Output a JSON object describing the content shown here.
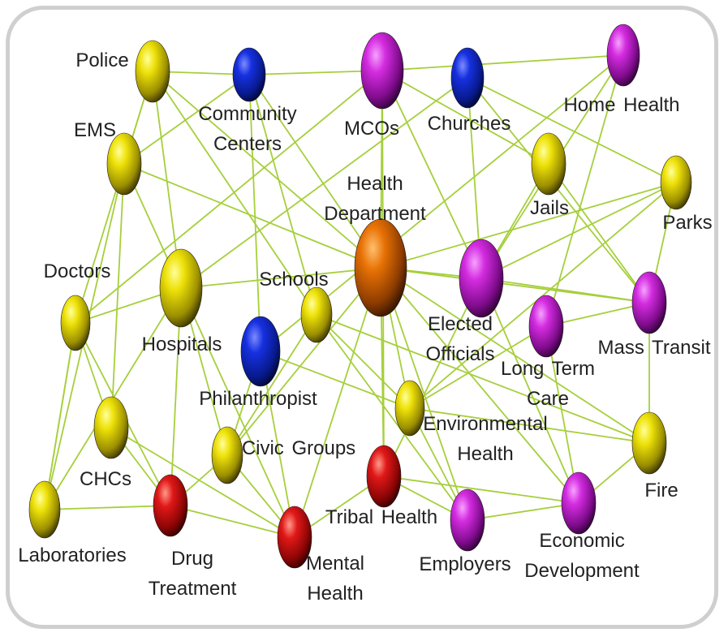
{
  "colors": {
    "yellow": "#d8d200",
    "blue": "#0a1fc8",
    "magenta": "#c21fc8",
    "red": "#d01010",
    "orange": "#e06a00",
    "edge": "#a6cf3c"
  },
  "nodes": [
    {
      "id": "police",
      "label": [
        "Police"
      ],
      "color": "yellow"
    },
    {
      "id": "community",
      "label": [
        "Community",
        "Centers"
      ],
      "color": "blue"
    },
    {
      "id": "mcos",
      "label": [
        "MCOs"
      ],
      "color": "magenta"
    },
    {
      "id": "churches",
      "label": [
        "Churches"
      ],
      "color": "blue"
    },
    {
      "id": "homehealth",
      "label": [
        "Home Health"
      ],
      "color": "magenta"
    },
    {
      "id": "ems",
      "label": [
        "EMS"
      ],
      "color": "yellow"
    },
    {
      "id": "jails",
      "label": [
        "Jails"
      ],
      "color": "yellow"
    },
    {
      "id": "parks",
      "label": [
        "Parks"
      ],
      "color": "yellow"
    },
    {
      "id": "healthdept",
      "label": [
        "Health",
        "Department"
      ],
      "color": "orange"
    },
    {
      "id": "doctors",
      "label": [
        "Doctors"
      ],
      "color": "yellow"
    },
    {
      "id": "hospitals",
      "label": [
        "Hospitals"
      ],
      "color": "yellow"
    },
    {
      "id": "schools",
      "label": [
        "Schools"
      ],
      "color": "yellow"
    },
    {
      "id": "elected",
      "label": [
        "Elected",
        "Officials"
      ],
      "color": "magenta"
    },
    {
      "id": "masstransit",
      "label": [
        "Mass Transit"
      ],
      "color": "magenta"
    },
    {
      "id": "longterm",
      "label": [
        "Long Term",
        "Care"
      ],
      "color": "magenta"
    },
    {
      "id": "philanthropist",
      "label": [
        "Philanthropist"
      ],
      "color": "blue"
    },
    {
      "id": "envhealth",
      "label": [
        "Environmental",
        "Health"
      ],
      "color": "yellow"
    },
    {
      "id": "chcs",
      "label": [
        "CHCs"
      ],
      "color": "yellow"
    },
    {
      "id": "civic",
      "label": [
        "Civic Groups"
      ],
      "color": "yellow"
    },
    {
      "id": "fire",
      "label": [
        "Fire"
      ],
      "color": "yellow"
    },
    {
      "id": "tribal",
      "label": [
        "Tribal Health"
      ],
      "color": "red"
    },
    {
      "id": "labs",
      "label": [
        "Laboratories"
      ],
      "color": "yellow"
    },
    {
      "id": "drug",
      "label": [
        "Drug",
        "Treatment"
      ],
      "color": "red"
    },
    {
      "id": "mental",
      "label": [
        "Mental",
        "Health"
      ],
      "color": "red"
    },
    {
      "id": "employers",
      "label": [
        "Employers"
      ],
      "color": "magenta"
    },
    {
      "id": "econdev",
      "label": [
        "Economic",
        "Development"
      ],
      "color": "magenta"
    }
  ],
  "edges": [
    [
      "police",
      "community"
    ],
    [
      "police",
      "ems"
    ],
    [
      "police",
      "hospitals"
    ],
    [
      "police",
      "schools"
    ],
    [
      "police",
      "healthdept"
    ],
    [
      "police",
      "doctors"
    ],
    [
      "community",
      "mcos"
    ],
    [
      "community",
      "ems"
    ],
    [
      "community",
      "philanthropist"
    ],
    [
      "community",
      "schools"
    ],
    [
      "community",
      "healthdept"
    ],
    [
      "mcos",
      "homehealth"
    ],
    [
      "mcos",
      "doctors"
    ],
    [
      "mcos",
      "tribal"
    ],
    [
      "mcos",
      "elected"
    ],
    [
      "mcos",
      "healthdept"
    ],
    [
      "mcos",
      "jails"
    ],
    [
      "churches",
      "elected"
    ],
    [
      "churches",
      "parks"
    ],
    [
      "churches",
      "masstransit"
    ],
    [
      "churches",
      "hospitals"
    ],
    [
      "homehealth",
      "longterm"
    ],
    [
      "homehealth",
      "elected"
    ],
    [
      "homehealth",
      "philanthropist"
    ],
    [
      "ems",
      "healthdept"
    ],
    [
      "ems",
      "hospitals"
    ],
    [
      "ems",
      "chcs"
    ],
    [
      "ems",
      "labs"
    ],
    [
      "jails",
      "elected"
    ],
    [
      "jails",
      "masstransit"
    ],
    [
      "parks",
      "healthdept"
    ],
    [
      "parks",
      "elected"
    ],
    [
      "parks",
      "masstransit"
    ],
    [
      "parks",
      "envhealth"
    ],
    [
      "healthdept",
      "hospitals"
    ],
    [
      "healthdept",
      "elected"
    ],
    [
      "healthdept",
      "civic"
    ],
    [
      "healthdept",
      "tribal"
    ],
    [
      "healthdept",
      "mental"
    ],
    [
      "healthdept",
      "employers"
    ],
    [
      "healthdept",
      "econdev"
    ],
    [
      "healthdept",
      "envhealth"
    ],
    [
      "healthdept",
      "masstransit"
    ],
    [
      "doctors",
      "hospitals"
    ],
    [
      "doctors",
      "drug"
    ],
    [
      "doctors",
      "chcs"
    ],
    [
      "doctors",
      "labs"
    ],
    [
      "hospitals",
      "civic"
    ],
    [
      "hospitals",
      "drug"
    ],
    [
      "hospitals",
      "labs"
    ],
    [
      "hospitals",
      "mental"
    ],
    [
      "schools",
      "envhealth"
    ],
    [
      "schools",
      "civic"
    ],
    [
      "schools",
      "fire"
    ],
    [
      "schools",
      "employers"
    ],
    [
      "elected",
      "masstransit"
    ],
    [
      "elected",
      "econdev"
    ],
    [
      "elected",
      "tribal"
    ],
    [
      "masstransit",
      "fire"
    ],
    [
      "masstransit",
      "longterm"
    ],
    [
      "longterm",
      "econdev"
    ],
    [
      "longterm",
      "envhealth"
    ],
    [
      "philanthropist",
      "envhealth"
    ],
    [
      "philanthropist",
      "mental"
    ],
    [
      "philanthropist",
      "civic"
    ],
    [
      "envhealth",
      "employers"
    ],
    [
      "envhealth",
      "fire"
    ],
    [
      "chcs",
      "drug"
    ],
    [
      "chcs",
      "mental"
    ],
    [
      "civic",
      "drug"
    ],
    [
      "civic",
      "mental"
    ],
    [
      "fire",
      "econdev"
    ],
    [
      "fire",
      "healthdept"
    ],
    [
      "tribal",
      "econdev"
    ],
    [
      "tribal",
      "mental"
    ],
    [
      "tribal",
      "employers"
    ],
    [
      "labs",
      "drug"
    ],
    [
      "labs",
      "doctors"
    ],
    [
      "drug",
      "mental"
    ],
    [
      "employers",
      "econdev"
    ]
  ]
}
